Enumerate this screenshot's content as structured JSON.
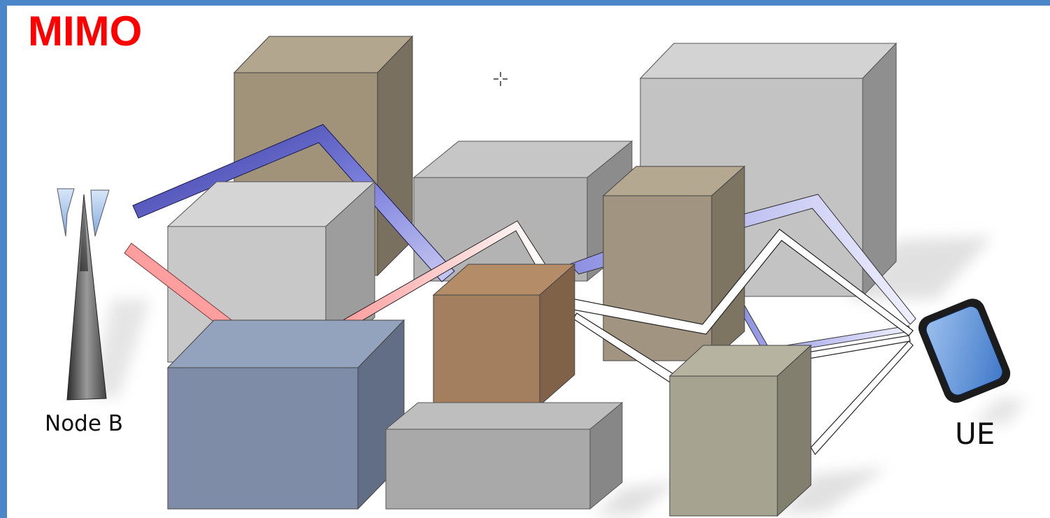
{
  "slide": {
    "title": "MIMO",
    "node_label": "Node B",
    "ue_label": "UE"
  },
  "colors": {
    "frame": "#4a86c8",
    "title": "#ff0000",
    "direct_ray": "#ff9a9a",
    "blue_ray": "#3a3fb0",
    "light_blue_ray": "#b8baf0",
    "white_ray_outline": "#000000"
  },
  "icons": [
    "antenna-tower-icon",
    "mobile-device-icon",
    "crosshair-cursor-icon"
  ]
}
